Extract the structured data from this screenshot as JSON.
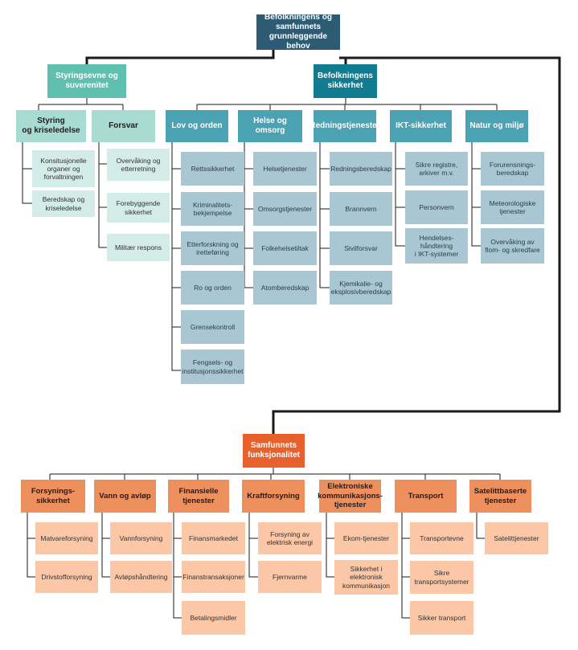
{
  "root": "Befolkningens og\nsamfunnets\ngrunnleggende behov",
  "styring": {
    "title": "Styringsevne og\nsuverenitet",
    "groups": [
      {
        "title": "Styring\nog kriseledelse",
        "items": [
          "Konsitusjonelle\norganer og\nforvaltningen",
          "Beredskap og\nkriseledelse"
        ]
      },
      {
        "title": "Forsvar",
        "items": [
          "Overvåking og\netterretning",
          "Forebyggende\nsikkerhet",
          "Militær respons"
        ]
      }
    ]
  },
  "sikkerhet": {
    "title": "Befolkningens\nsikkerhet",
    "groups": [
      {
        "title": "Lov og orden",
        "items": [
          "Rettssikkerhet",
          "Kriminalitets-\nbekjempelse",
          "Etterforskning og\niretteføring",
          "Ro og orden",
          "Grensekontroll",
          "Fengsels- og\ninstitusjonssikkerhet"
        ]
      },
      {
        "title": "Helse og omsorg",
        "items": [
          "Helsetjenester",
          "Omsorgstjenester",
          "Folkehelsetiltak",
          "Atomberedskap"
        ]
      },
      {
        "title": "Redningstjenester",
        "items": [
          "Redningsberedskap",
          "Brannvern",
          "Sivilforsvar",
          "Kjemikalie- og\neksplosivberedskap"
        ]
      },
      {
        "title": "IKT-sikkerhet",
        "items": [
          "Sikre registre,\narkiver m.v.",
          "Personvern",
          "Hendelses-\nhåndtering\ni IKT-systemer"
        ]
      },
      {
        "title": "Natur og miljø",
        "items": [
          "Forurensnings-\nberedskap",
          "Meteorologiske\ntjenester",
          "Overvåking av\nflom- og skredfare"
        ]
      }
    ]
  },
  "funksjonalitet": {
    "title": "Samfunnets\nfunksjonalitet",
    "groups": [
      {
        "title": "Forsynings-\nsikkerhet",
        "items": [
          "Matvareforsyning",
          "Drivstofforsyning"
        ]
      },
      {
        "title": "Vann og avløp",
        "items": [
          "Vannforsyning",
          "Avløpshåndtering"
        ]
      },
      {
        "title": "Finansielle\ntjenester",
        "items": [
          "Finansmarkedet",
          "Finanstransaksjoner",
          "Betalingsmidler"
        ]
      },
      {
        "title": "Kraftforsyning",
        "items": [
          "Forsyning av\nelektrisk energi",
          "Fjernvarme"
        ]
      },
      {
        "title": "Elektroniske\nkommunikasjons-\ntjenester",
        "items": [
          "Ekom-tjenester",
          "Sikkerhet i\nelektronisk\nkommunikasjon"
        ]
      },
      {
        "title": "Transport",
        "items": [
          "Transportevne",
          "Sikre\ntransportsystemer",
          "Sikker transport"
        ]
      },
      {
        "title": "Satelittbaserte\ntjenester",
        "items": [
          "Satelittjenester"
        ]
      }
    ]
  }
}
